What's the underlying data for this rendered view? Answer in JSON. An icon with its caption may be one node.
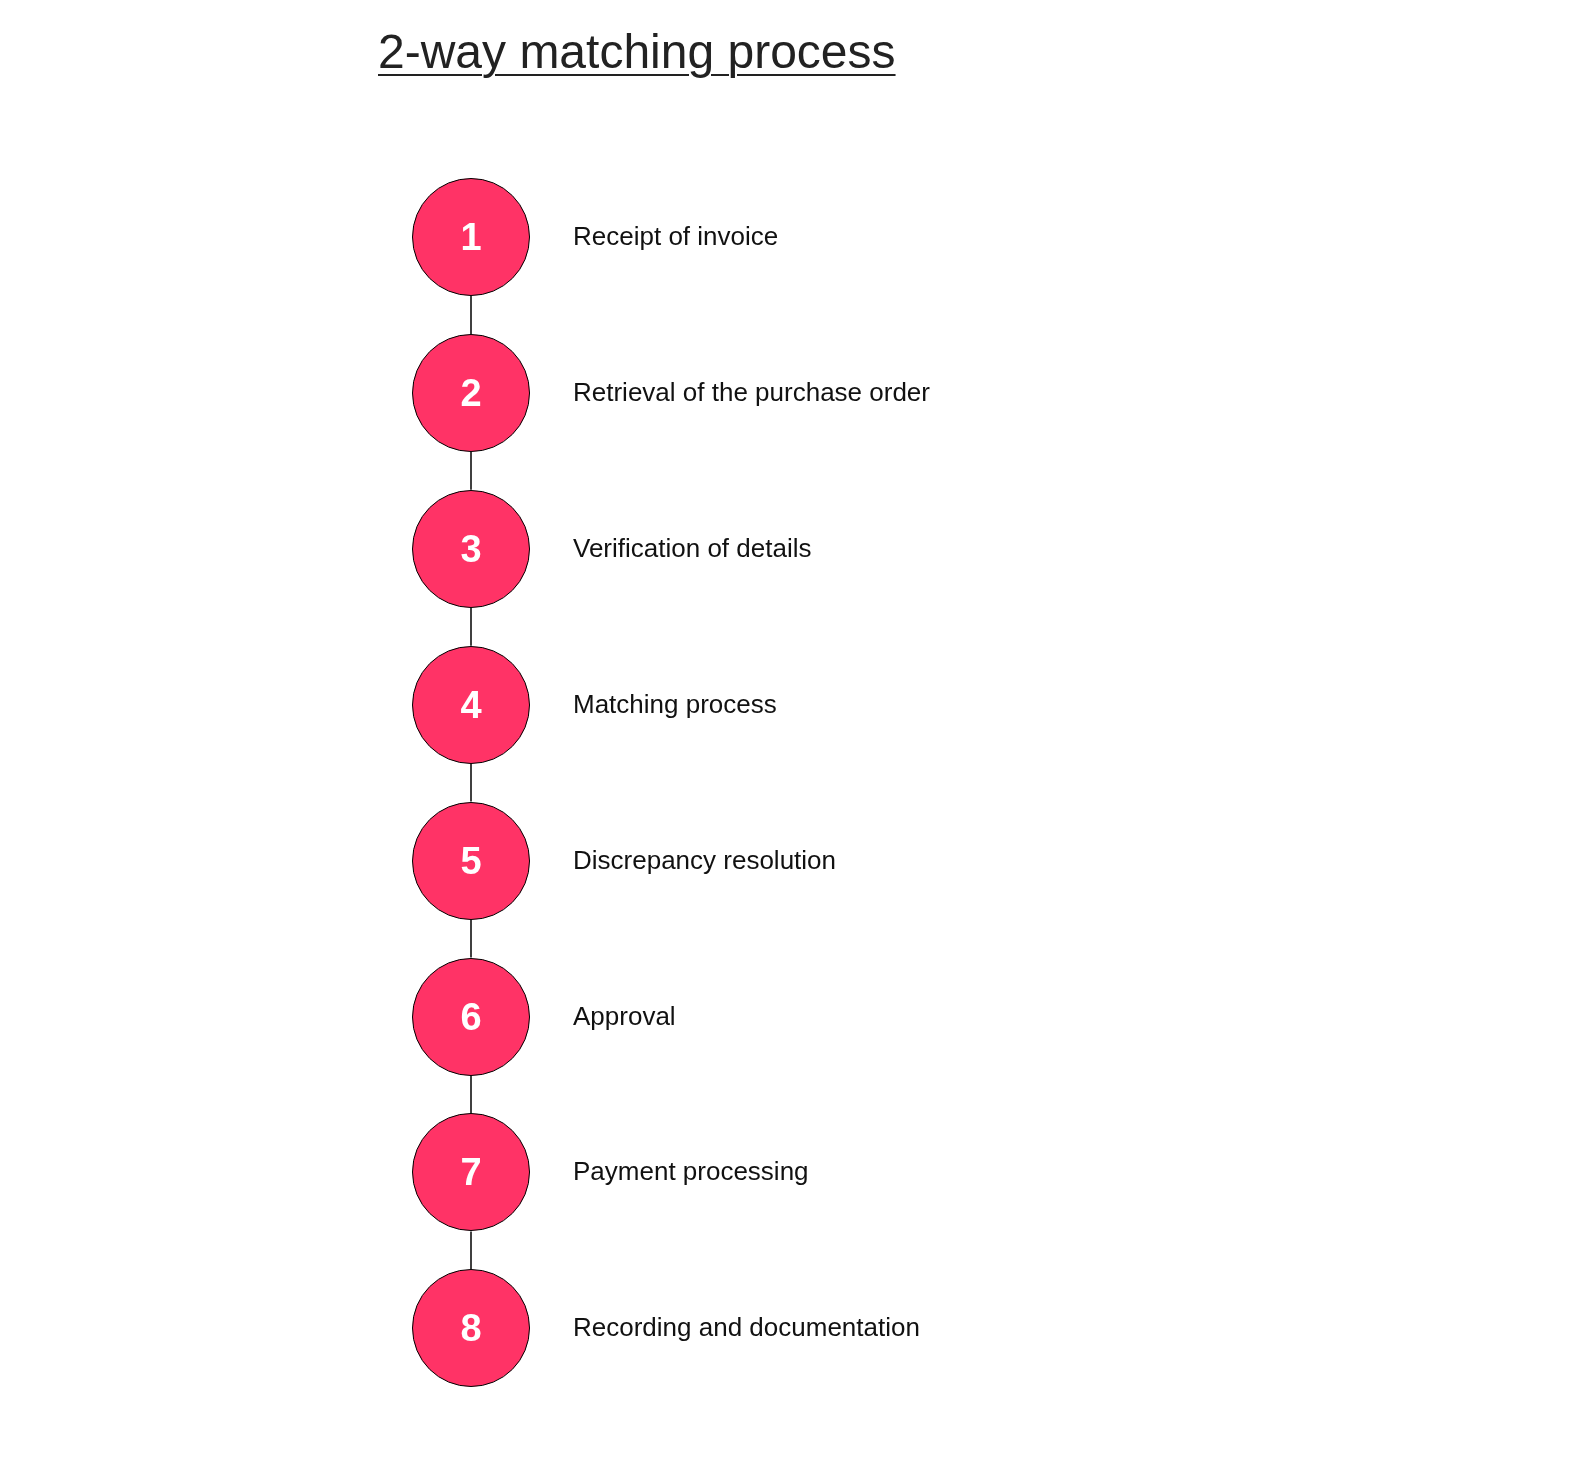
{
  "diagram": {
    "title": "2-way matching process",
    "nodes": [
      {
        "text": [
          "1"
        ],
        "beside": [
          "Receipt of invoice"
        ]
      },
      {
        "text": [
          "2"
        ],
        "beside": [
          "Retrieval of the purchase order"
        ]
      },
      {
        "text": [
          "3"
        ],
        "beside": [
          "Verification of details"
        ]
      },
      {
        "text": [
          "4"
        ],
        "beside": [
          "Matching process"
        ]
      },
      {
        "text": [
          "5"
        ],
        "beside": [
          "Discrepancy resolution"
        ]
      },
      {
        "text": [
          "6"
        ],
        "beside": [
          "Approval"
        ]
      },
      {
        "text": [
          "7"
        ],
        "beside": [
          "Payment processing"
        ]
      },
      {
        "text": [
          "8"
        ],
        "beside": [
          "Recording and documentation"
        ]
      }
    ],
    "edges": [
      {
        "from": 0,
        "to": 1,
        "arrow": "none"
      },
      {
        "from": 1,
        "to": 2,
        "arrow": "none"
      },
      {
        "from": 2,
        "to": 3,
        "arrow": "none"
      },
      {
        "from": 3,
        "to": 4,
        "arrow": "none"
      },
      {
        "from": 4,
        "to": 5,
        "arrow": "none"
      },
      {
        "from": 5,
        "to": 6,
        "arrow": "none"
      },
      {
        "from": 6,
        "to": 7,
        "arrow": "none"
      }
    ]
  }
}
